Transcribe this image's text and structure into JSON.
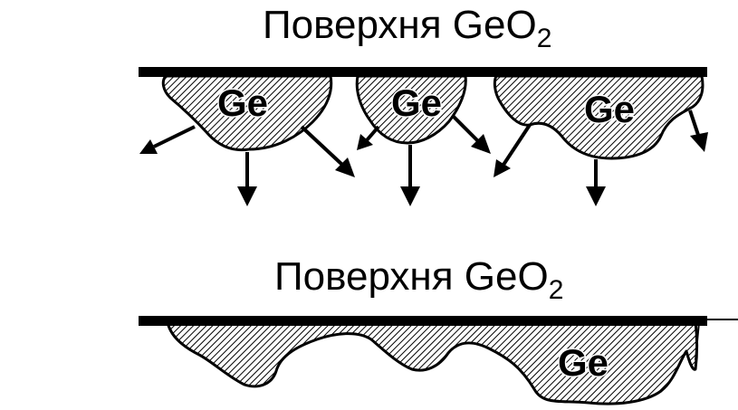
{
  "top_panel": {
    "title_main": "Поверхня GeO",
    "title_sub": "2",
    "grain_labels": [
      "Ge",
      "Ge",
      "Ge"
    ]
  },
  "bottom_panel": {
    "title_main": "Поверхня GeO",
    "title_sub": "2",
    "grain_label": "Ge"
  },
  "colors": {
    "ink": "#000000",
    "background": "#ffffff"
  }
}
